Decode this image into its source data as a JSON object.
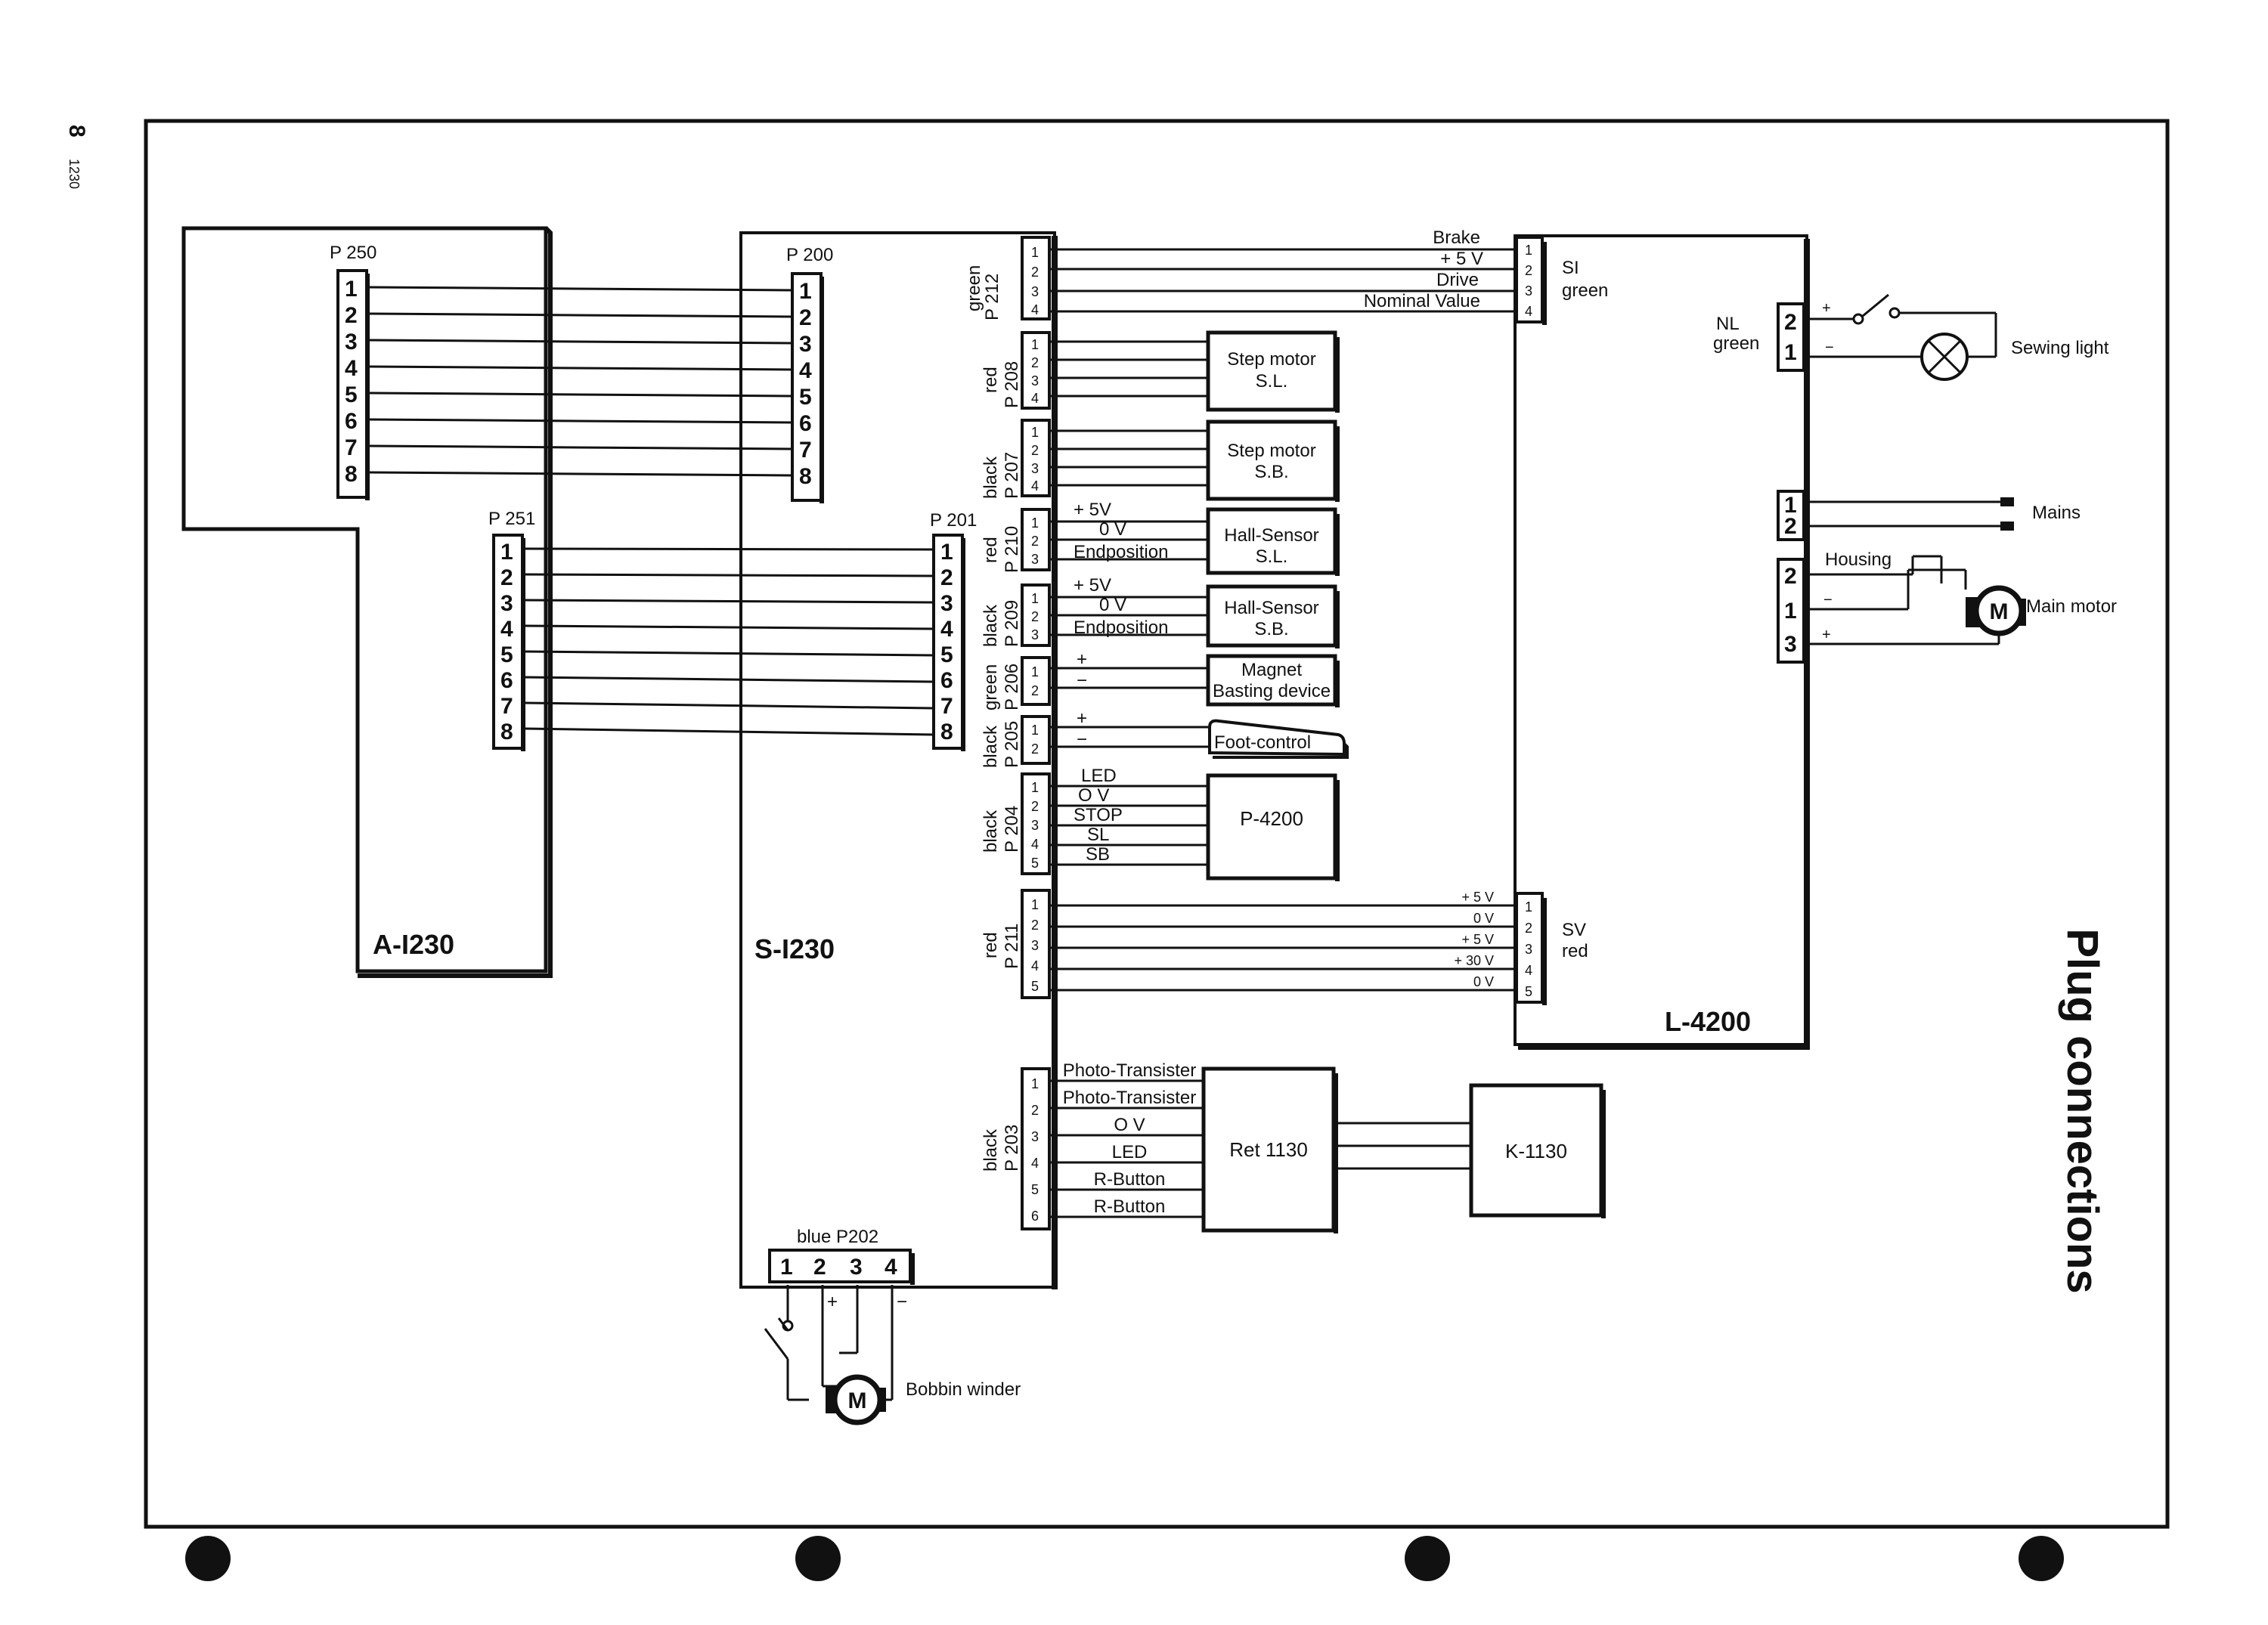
{
  "page": {
    "number": "8",
    "doc_code": "1230",
    "title": "Plug connections"
  },
  "boards": {
    "a": "A-I230",
    "s": "S-I230",
    "l": "L-4200"
  },
  "plugs": {
    "p250": "P 250",
    "p251": "P 251",
    "p200": "P 200",
    "p201": "P 201",
    "p212": "P 212",
    "p212_color": "green",
    "p208": "P 208",
    "p208_color": "red",
    "p207": "P 207",
    "p207_color": "black",
    "p210": "P 210",
    "p210_color": "red",
    "p209": "P 209",
    "p209_color": "black",
    "p206": "P 206",
    "p206_color": "green",
    "p205": "P 205",
    "p205_color": "black",
    "p204": "P 204",
    "p204_color": "black",
    "p211": "P 211",
    "p211_color": "red",
    "p203": "P 203",
    "p203_color": "black",
    "p202": "blue P202",
    "si": "SI",
    "si_color": "green",
    "sv": "SV",
    "sv_color": "red",
    "nl": "NL",
    "nl_color": "green"
  },
  "pins": {
    "one": "1",
    "two": "2",
    "three": "3",
    "four": "4",
    "five": "5",
    "six": "6",
    "seven": "7",
    "eight": "8",
    "plus": "+",
    "minus": "−"
  },
  "signals": {
    "brake": "Brake",
    "plus5v": "+ 5 V",
    "drive": "Drive",
    "nominal_value": "Nominal Value",
    "p5v": "+ 5V",
    "zero_v": "0 V",
    "endposition": "Endposition",
    "led": "LED",
    "ov_spaced": "O  V",
    "stop": "STOP",
    "sl": "SL",
    "sb": "SB",
    "sv_5v": "+  5  V",
    "sv_0v": "0  V",
    "sv_30v": "+  30  V",
    "photo_transister": "Photo-Transister",
    "ov_203": "O  V",
    "r_button": "R-Button",
    "housing": "Housing"
  },
  "components": {
    "step_motor": "Step motor",
    "sl": "S.L.",
    "sb": "S.B.",
    "hall_sensor": "Hall-Sensor",
    "magnet": "Magnet",
    "basting_device": "Basting device",
    "foot_control": "Foot-control",
    "p4200": "P-4200",
    "ret1130": "Ret 1130",
    "k1130": "K-1130",
    "sewing_light": "Sewing light",
    "mains": "Mains",
    "main_motor": "Main motor",
    "bobbin_winder": "Bobbin winder",
    "motor_symbol": "M"
  }
}
